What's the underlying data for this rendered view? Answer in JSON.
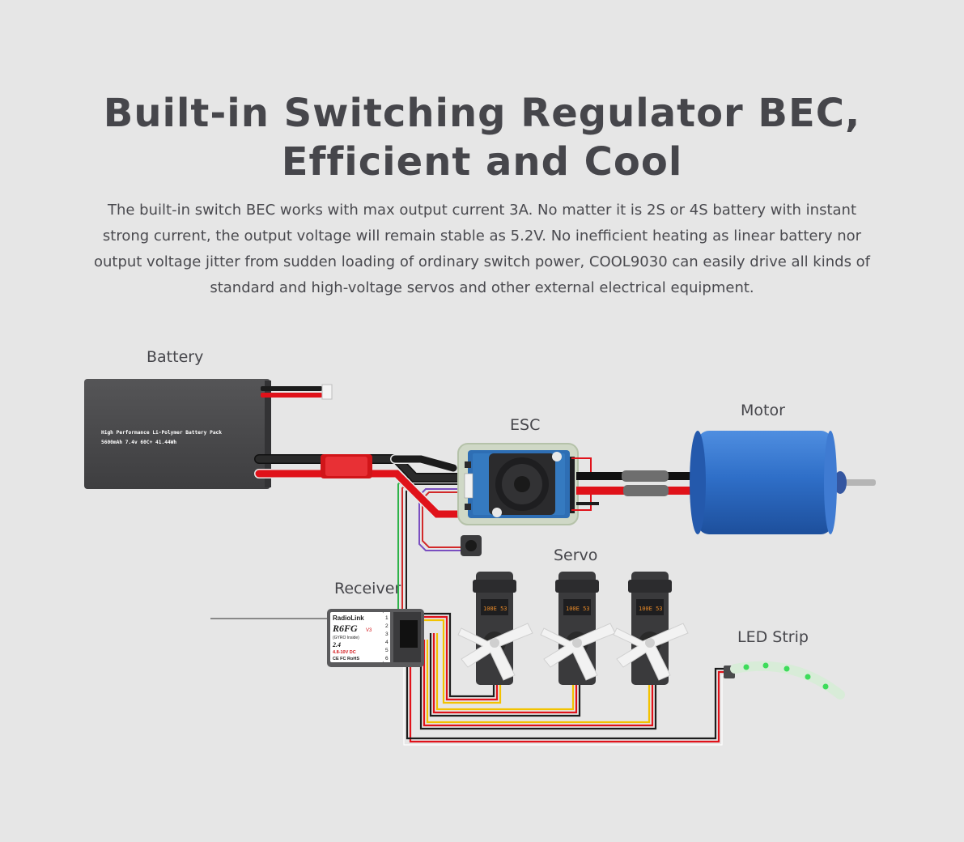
{
  "heading": {
    "line1": "Built-in Switching Regulator BEC,",
    "line2": "Efficient and Cool"
  },
  "description": "The built-in switch BEC works with max output current 3A. No matter it is 2S or 4S battery with instant strong current, the output voltage will remain stable as 5.2V. No inefficient heating as linear battery nor output voltage jitter from sudden loading of ordinary switch power, COOL9030 can easily drive all kinds of standard and high-voltage servos and other external electrical equipment.",
  "labels": {
    "battery": "Battery",
    "esc": "ESC",
    "motor": "Motor",
    "servo": "Servo",
    "receiver": "Receiver",
    "led_strip": "LED Strip"
  },
  "battery_print": {
    "line1": "High Performance Li-Polymer Battery Pack",
    "line2": "5600mAh 7.4v 60C+ 41.44Wh"
  },
  "receiver_print": {
    "brand": "RadioLink",
    "model": "R6FG",
    "version": "V3",
    "gyro": "(GYRO Inside)",
    "band": "2.4",
    "spec": "4.8-10V DC",
    "cert": "CE FC RoHS",
    "channels": [
      "1",
      "2",
      "3",
      "4",
      "5",
      "6"
    ]
  },
  "servo_print": "100E 53",
  "colors": {
    "background": "#e6e6e6",
    "battery": "#4a4a4c",
    "esc_board": "#3b78b8",
    "motor": "#2f6fc8",
    "wire_red": "#e0121a",
    "wire_black": "#1c1c1c",
    "wire_yellow": "#f2c200",
    "led_green": "#3ddc5a"
  },
  "icons": [
    "battery-icon",
    "esc-icon",
    "fan-icon",
    "motor-icon",
    "switch-icon",
    "receiver-icon",
    "servo-icon",
    "led-strip-icon"
  ]
}
